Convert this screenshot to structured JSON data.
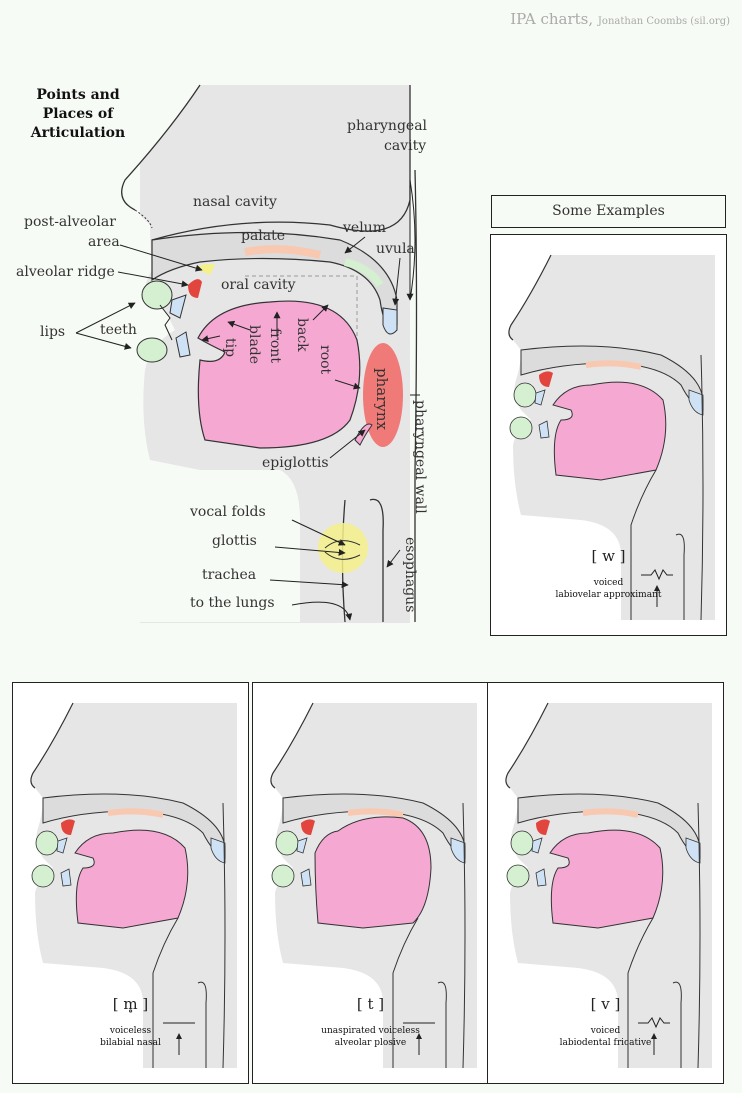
{
  "credit": {
    "main": "IPA charts,",
    "author": "Jonathan Coombs (sil.org)"
  },
  "title": {
    "line1": "Points and",
    "line2": "Places of",
    "line3": "Articulation"
  },
  "labels": {
    "pharyngeal_cavity_1": "pharyngeal",
    "pharyngeal_cavity_2": "cavity",
    "nasal_cavity": "nasal cavity",
    "post_alveolar_1": "post-alveolar",
    "post_alveolar_2": "area",
    "palate": "palate",
    "velum": "velum",
    "uvula": "uvula",
    "alveolar_ridge": "alveolar ridge",
    "oral_cavity": "oral cavity",
    "lips": "lips",
    "teeth": "teeth",
    "tip": "tip",
    "blade": "blade",
    "front": "front",
    "back": "back",
    "root": "root",
    "pharynx": "pharynx",
    "pharyngeal_wall": "pharyngeal wall",
    "epiglottis": "epiglottis",
    "vocal_folds": "vocal folds",
    "glottis": "glottis",
    "esophagus": "esophagus",
    "trachea": "trachea",
    "to_the_lungs": "to the lungs"
  },
  "examples_header": "Some Examples",
  "examples": [
    {
      "symbol": "[ w ]",
      "line1": "voiced",
      "line2": "labiovelar approximant"
    },
    {
      "symbol": "[ m̥ ]",
      "line1": "voiceless",
      "line2": "bilabial nasal"
    },
    {
      "symbol": "[ t ]",
      "line1": "unaspirated voiceless",
      "line2": "alveolar plosive"
    },
    {
      "symbol": "[ v ]",
      "line1": "voiced",
      "line2": "labiodental fricative"
    }
  ],
  "colors": {
    "tongue": "#f5a8d2",
    "tissue": "#e4e4e4",
    "pharynx": "#f07a78",
    "glottis": "#f4f08a",
    "lips": "#d4f0d0",
    "teeth": "#cfe2f5",
    "ridge": "#e2453d",
    "velum": "#f8c8b0"
  }
}
